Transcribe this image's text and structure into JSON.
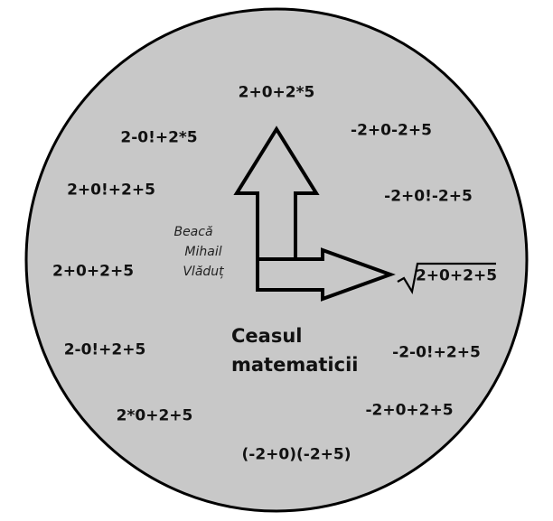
{
  "colors": {
    "face": "#c8c8c8",
    "outline": "#000000",
    "arrow_fill": "#c8c8c8",
    "text": "#111111"
  },
  "author": {
    "line1": "Beacă",
    "line2": "Mihail",
    "line3": "Vlăduț"
  },
  "title": {
    "line1": "Ceasul",
    "line2": "matematicii"
  },
  "hours": {
    "h12": "2+0+2*5",
    "h1": "-2+0-2+5",
    "h2": "-2+0!-2+5",
    "h3": "2+0+2+5",
    "h4": "-2-0!+2+5",
    "h5": "-2+0+2+5",
    "h6": "(-2+0)(-2+5)",
    "h7": "2*0+2+5",
    "h8": "2-0!+2+5",
    "h9": "2+0+2+5",
    "h10": "2+0!+2+5",
    "h11": "2-0!+2*5"
  },
  "icons": {
    "hour_hand": "up-arrow-icon",
    "minute_hand": "right-arrow-icon",
    "root_symbol": "square-root-icon"
  }
}
